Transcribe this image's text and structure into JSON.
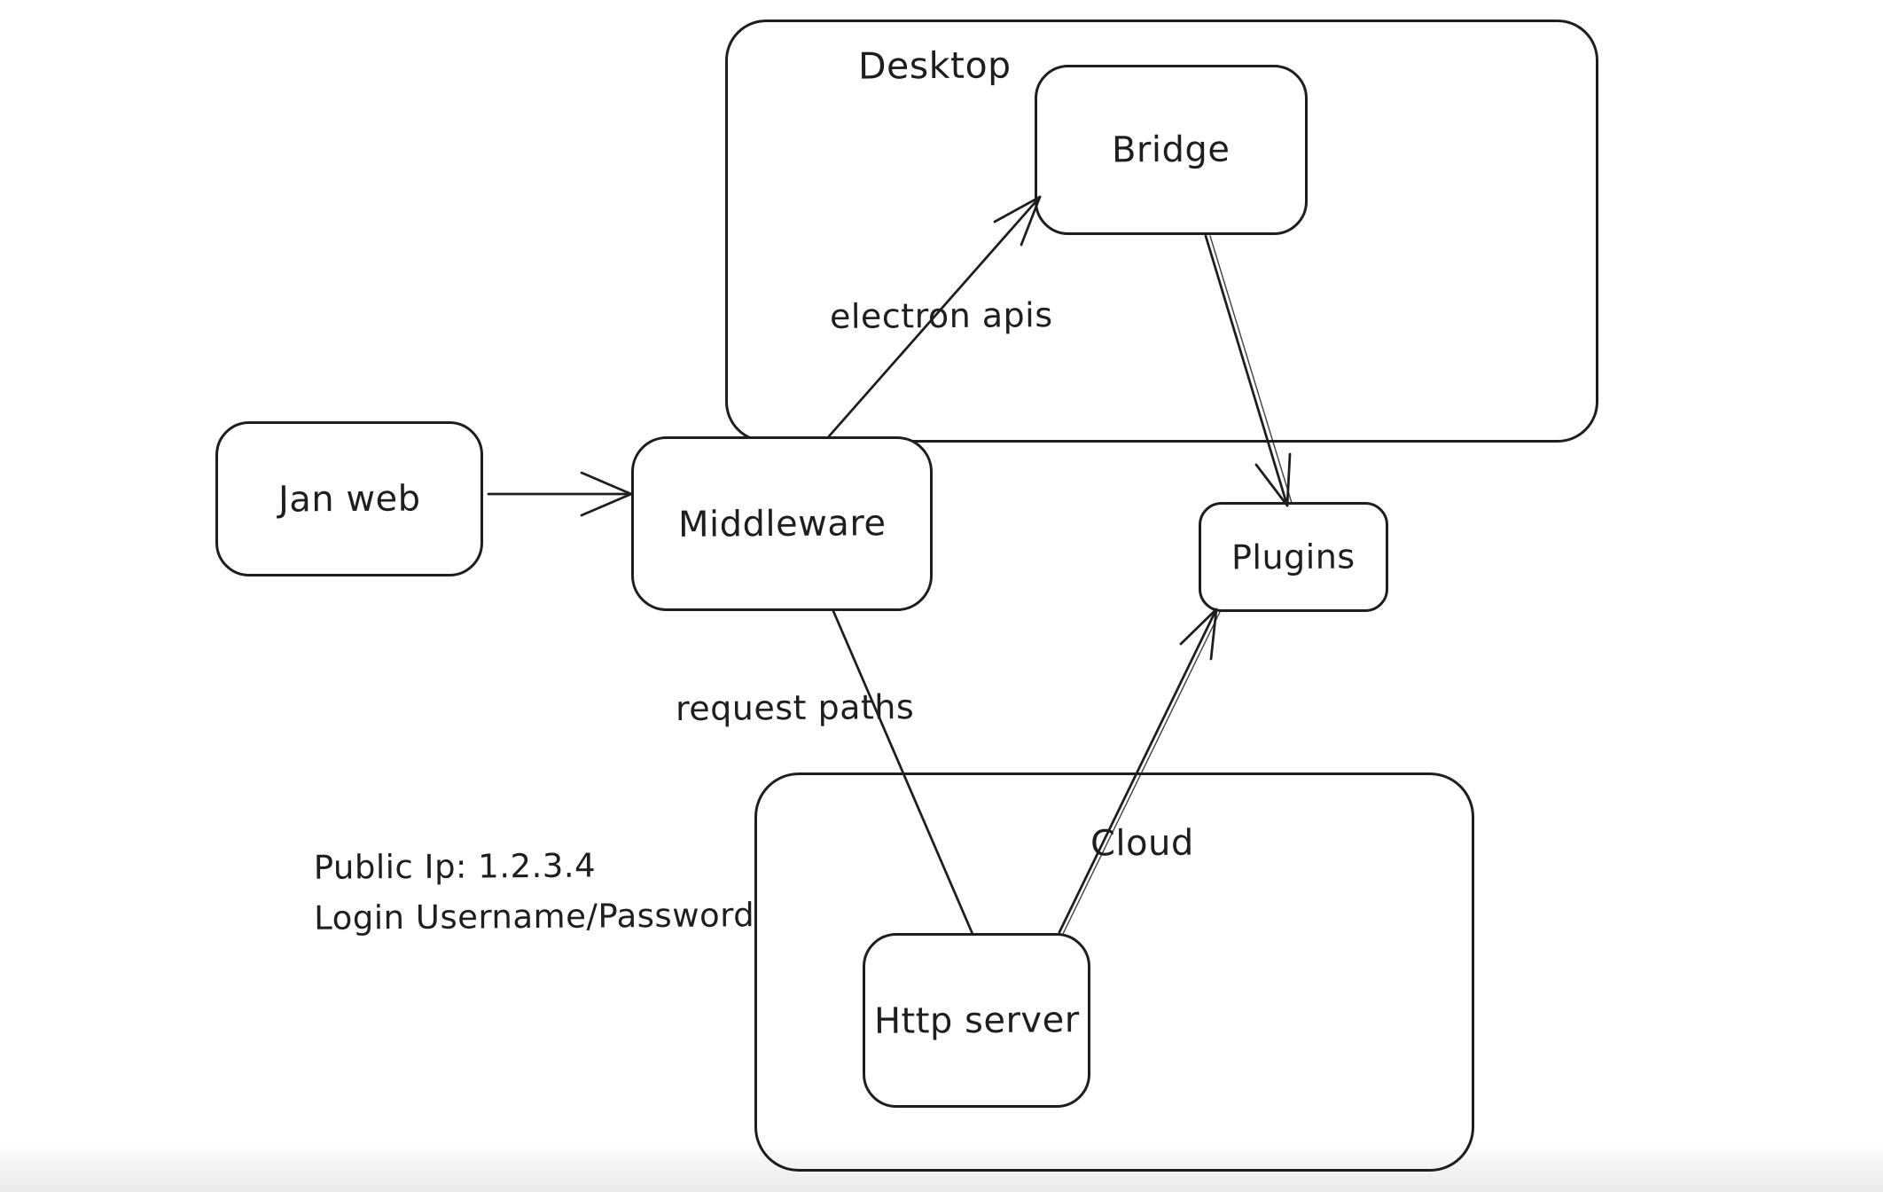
{
  "colors": {
    "ink": "#1e1e1e",
    "background": "#ffffff"
  },
  "nodes": {
    "desktop": {
      "label": "Desktop",
      "kind": "container"
    },
    "bridge": {
      "label": "Bridge",
      "kind": "node"
    },
    "jan_web": {
      "label": "Jan web",
      "kind": "node"
    },
    "middleware": {
      "label": "Middleware",
      "kind": "node"
    },
    "plugins": {
      "label": "Plugins",
      "kind": "node"
    },
    "cloud": {
      "label": "Cloud",
      "kind": "container"
    },
    "http_server": {
      "label": "Http server",
      "kind": "node"
    }
  },
  "edges": [
    {
      "from": "Jan web",
      "to": "Middleware",
      "label": ""
    },
    {
      "from": "Middleware",
      "to": "Bridge",
      "label": "electron apis"
    },
    {
      "from": "Bridge",
      "to": "Plugins",
      "label": ""
    },
    {
      "from": "Middleware",
      "to": "Http server",
      "label": "request paths"
    },
    {
      "from": "Http server",
      "to": "Plugins",
      "label": ""
    }
  ],
  "annotations": {
    "public_ip": "Public Ip: 1.2.3.4",
    "login": "Login Username/Password"
  }
}
